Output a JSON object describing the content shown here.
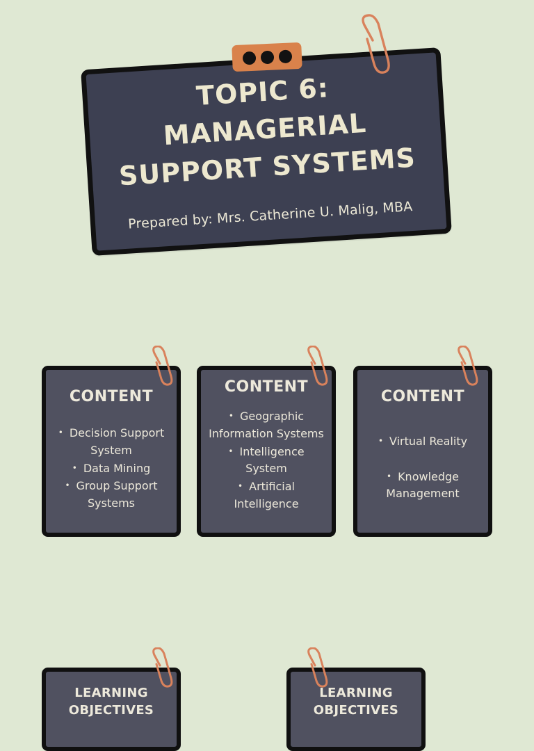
{
  "title_card": {
    "title_lines": [
      "TOPIC 6:",
      "MANAGERIAL",
      "SUPPORT SYSTEMS"
    ],
    "subtitle": "Prepared by: Mrs. Catherine U. Malig, MBA"
  },
  "content_cards": [
    {
      "heading": "CONTENT",
      "items": [
        "Decision Support System",
        "Data Mining",
        "Group Support Systems"
      ]
    },
    {
      "heading": "CONTENT",
      "items": [
        "Geographic Information Systems",
        "Intelligence System",
        "Artificial Intelligence"
      ]
    },
    {
      "heading": "CONTENT",
      "items": [
        "Virtual Reality",
        "Knowledge Management"
      ]
    }
  ],
  "objective_cards": [
    {
      "heading_lines": [
        "LEARNING",
        "OBJECTIVES"
      ]
    },
    {
      "heading_lines": [
        "LEARNING",
        "OBJECTIVES"
      ]
    }
  ],
  "colors": {
    "background": "#dfe8d3",
    "card_dark": "#3d4052",
    "card_gray": "#505160",
    "accent_orange": "#d9824b",
    "text_cream": "#ede8cf"
  },
  "icons": {
    "tab": "three-dots-icon",
    "clip": "paperclip-icon"
  }
}
